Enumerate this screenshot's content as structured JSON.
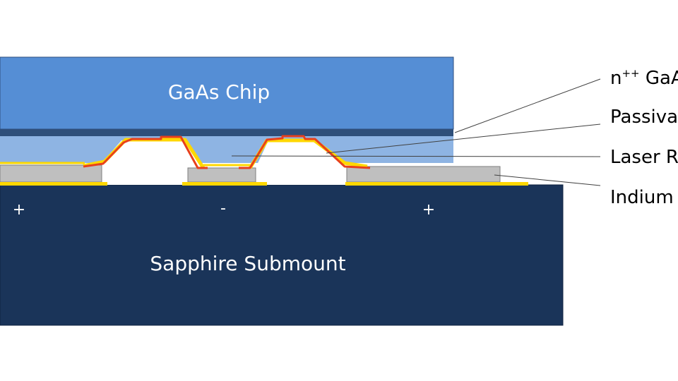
{
  "diagram": {
    "chip_label": "GaAs Chip",
    "submount_label": "Sapphire Submount",
    "polarity": {
      "left": "+",
      "middle": "-",
      "right": "+"
    },
    "callouts": {
      "n_gaas": {
        "base": "n",
        "superscript": "++",
        "rest": " GaA"
      },
      "passivation": "Passiva",
      "laser": "Laser R",
      "indium": "Indium"
    },
    "colors": {
      "chip": "#558ED5",
      "chip_edge": "#2F4F7F",
      "n_layer": "#2E4F7A",
      "laser_region": "#8EB4E3",
      "submount": "#1A3459",
      "gray_pad": "#BFBFBF",
      "indium": "#FFD700",
      "passivation": "#E8401C"
    }
  }
}
